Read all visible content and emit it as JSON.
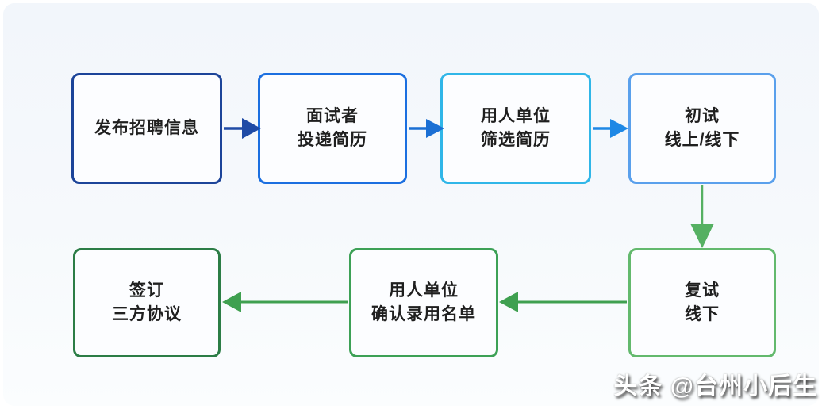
{
  "diagram_type": "recruitment-process-flowchart",
  "colors": {
    "panel_background": "#f3f7fb",
    "node_fill": "#fcfdff",
    "node_text": "#1f1f1f",
    "watermark_text": "#ffffff"
  },
  "nodes": [
    {
      "id": "publish-info",
      "line1": "发布招聘信息",
      "line2": "",
      "border_color": "#1c4499"
    },
    {
      "id": "candidate-submit",
      "line1": "面试者",
      "line2": "投递简历",
      "border_color": "#1b6fe0"
    },
    {
      "id": "employer-screen",
      "line1": "用人单位",
      "line2": "筛选简历",
      "border_color": "#30b6e8"
    },
    {
      "id": "first-interview",
      "line1": "初试",
      "line2": "线上/线下",
      "border_color": "#5aa0ec"
    },
    {
      "id": "second-interview",
      "line1": "复试",
      "line2": "线下",
      "border_color": "#63b96d"
    },
    {
      "id": "confirm-list",
      "line1": "用人单位",
      "line2": "确认录用名单",
      "border_color": "#3da156"
    },
    {
      "id": "sign-agreement",
      "line1": "签订",
      "line2": "三方协议",
      "border_color": "#2c7d46"
    }
  ],
  "arrows": [
    {
      "from": "publish-info",
      "to": "candidate-submit",
      "direction": "right",
      "color": "#1f4ba6"
    },
    {
      "from": "candidate-submit",
      "to": "employer-screen",
      "direction": "right",
      "color": "#1a6fd4"
    },
    {
      "from": "employer-screen",
      "to": "first-interview",
      "direction": "right",
      "color": "#1e88e5"
    },
    {
      "from": "first-interview",
      "to": "second-interview",
      "direction": "down",
      "color": "#55b062"
    },
    {
      "from": "second-interview",
      "to": "confirm-list",
      "direction": "left",
      "color": "#3fa050"
    },
    {
      "from": "confirm-list",
      "to": "sign-agreement",
      "direction": "left",
      "color": "#3fa050"
    }
  ],
  "watermark": {
    "text": "头条 @台州小后生"
  }
}
